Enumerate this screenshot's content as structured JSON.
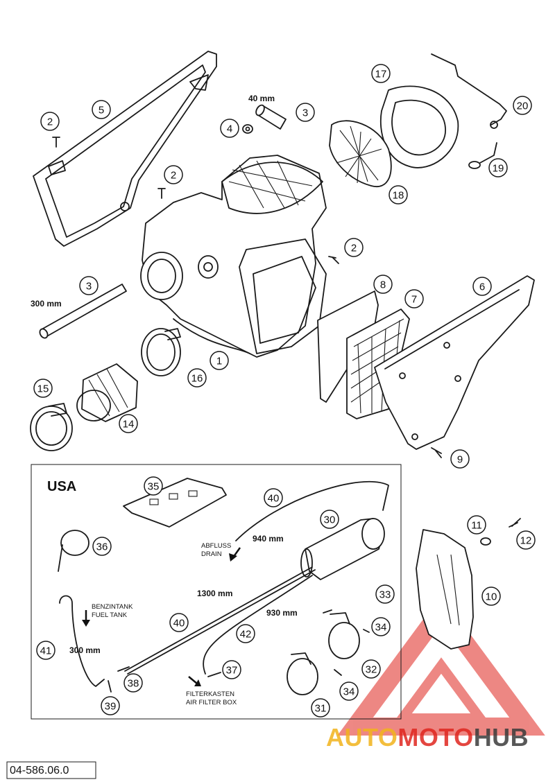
{
  "section_label": "USA",
  "document_number": "04-586.06.0",
  "dimensions": {
    "hose_short": "40 mm",
    "hose_300_top": "300 mm",
    "hose_940": "940 mm",
    "hose_1300": "1300 mm",
    "hose_930": "930 mm",
    "hose_300_usa": "300 mm"
  },
  "annotations": {
    "drain_de": "ABFLUSS",
    "drain_en": "DRAIN",
    "fuel_tank_de": "BENZINTANK",
    "fuel_tank_en": "FUEL TANK",
    "air_box_de": "FILTERKASTEN",
    "air_box_en": "AIR FILTER BOX"
  },
  "callouts": [
    "1",
    "2",
    "3",
    "4",
    "5",
    "6",
    "7",
    "8",
    "9",
    "10",
    "11",
    "12",
    "14",
    "15",
    "16",
    "17",
    "18",
    "19",
    "20",
    "30",
    "31",
    "32",
    "33",
    "34",
    "35",
    "36",
    "37",
    "38",
    "39",
    "40",
    "41",
    "42"
  ],
  "watermark": {
    "brand_part1": "AUTO",
    "brand_part2": "MOTO",
    "brand_part3": "HUB",
    "colors": {
      "primary": "#e0261f",
      "accent": "#f2b31c",
      "dark": "#3b3b3b"
    }
  }
}
